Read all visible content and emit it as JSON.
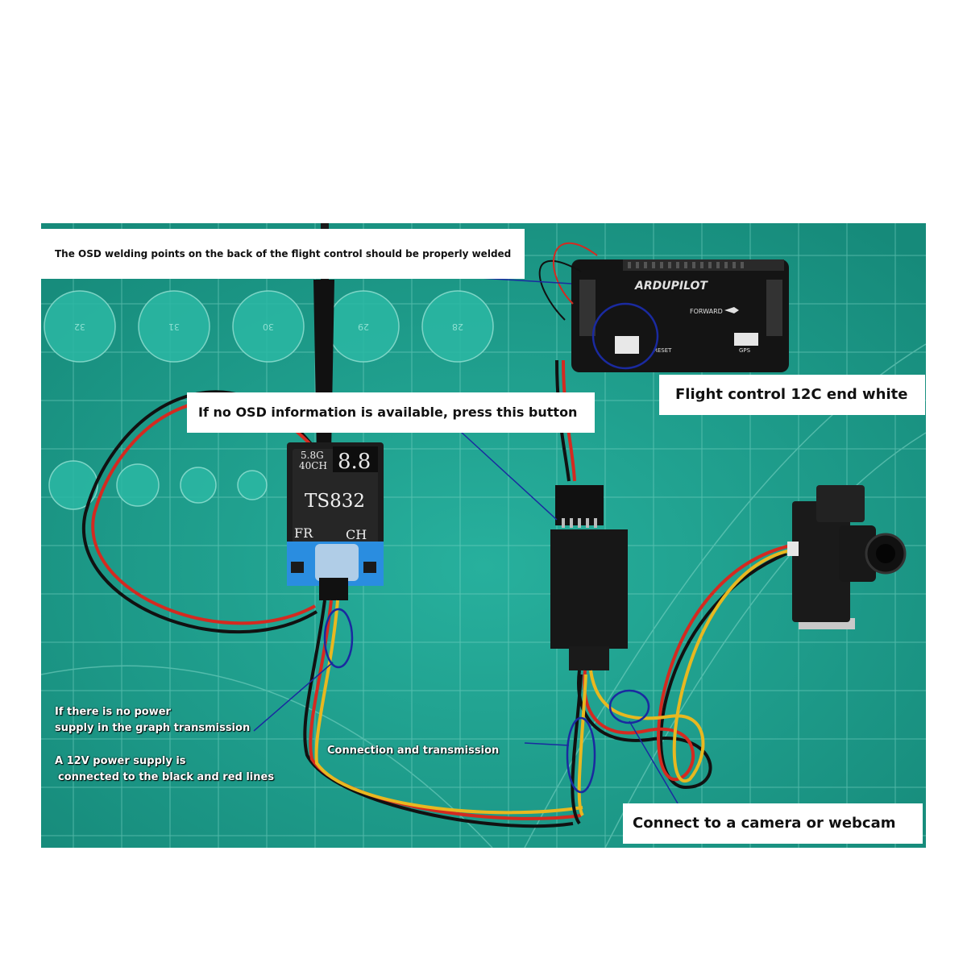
{
  "callouts": {
    "osd_welding": "The OSD welding points on the back of the flight control should be properly welded",
    "no_osd_button": "If no OSD information is available, press this button",
    "flight_control_i2c": "Flight control 12C end white",
    "connect_camera": "Connect to a camera or webcam"
  },
  "overlay_notes": {
    "no_power_line1": "If there is no power",
    "no_power_line2": "supply in the graph transmission",
    "power_12v_line1": "A 12V power supply is",
    "power_12v_line2": "connected to the black and red lines",
    "connection": "Connection and transmission"
  },
  "transmitter": {
    "freq_band": "5.8G",
    "channels": "40CH",
    "display": "8.8",
    "model": "TS832",
    "button_fr": "FR",
    "button_ch": "CH"
  },
  "flight_controller": {
    "brand": "ARDUPILOT",
    "forward": "FORWARD",
    "reset": "RESET",
    "gps": "GPS"
  },
  "mat_numbers": [
    "32",
    "31",
    "30",
    "29",
    "28"
  ],
  "colors": {
    "mat": "#1fa392",
    "wire_red": "#d42a20",
    "wire_black": "#111111",
    "wire_yellow": "#e8b820",
    "circle_highlight": "#1a2aa0"
  }
}
